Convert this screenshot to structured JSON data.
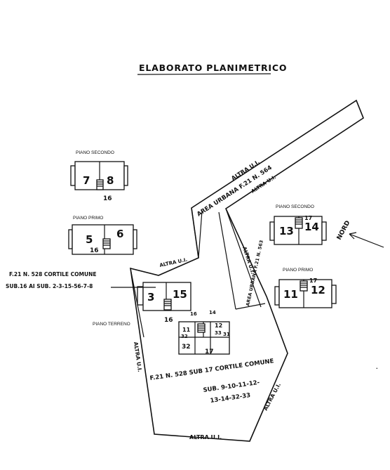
{
  "title": "ELABORATO PLANIMETRICO",
  "north_label": "NORD",
  "top_left_building": {
    "floor_label": "PIANO SECONDO",
    "units": [
      "7",
      "8"
    ],
    "stair_sub": "16"
  },
  "mid_left_building": {
    "floor_label": "PIANO PRIMO",
    "units": [
      "5",
      "6"
    ],
    "stair_sub": "16"
  },
  "right_top_building": {
    "floor_label": "PIANO SECONDO",
    "units": [
      "13",
      "14"
    ],
    "stair_sub": "17"
  },
  "right_mid_building": {
    "floor_label": "PIANO PRIMO",
    "units": [
      "11",
      "12"
    ],
    "stair_sub": "17"
  },
  "ground_building_west": {
    "units": [
      "3",
      "15"
    ],
    "stair_sub": "16"
  },
  "ground_building_east": {
    "numbers": [
      "16",
      "14",
      "11",
      "12",
      "32",
      "33",
      "31",
      "32",
      "17"
    ]
  },
  "ground_floor_label": "PIANO TERRENO",
  "road_labels": {
    "altra_ui_top": "ALTRA U.I.",
    "area_urbana_fz564": "AREA URBANA F.21 N. 564",
    "altra_ui_top_lower": "ALTRA U.I.",
    "altra_ui_mid": "ALTRA U.I.",
    "altra_ui_strip": "ALTRA U.I.",
    "area_urbana_fz563": "AREA URBANA F.21 N. 563",
    "altra_ui_west": "ALTRA U.I.",
    "altra_ui_east": "ALTRA U.I.",
    "altra_ui_bottom": "ALTRA U.I."
  },
  "annotation_528_16": {
    "line1": "F.21 N. 528 CORTILE COMUNE",
    "line2": "SUB.16 AI SUB. 2-3-15-56-7-8"
  },
  "annotation_528_17": {
    "line1": "F.21 N. 528 SUB 17 CORTILE COMUNE",
    "line2": "SUB. 9-10-11-12-",
    "line3": "13-14-32-33"
  }
}
